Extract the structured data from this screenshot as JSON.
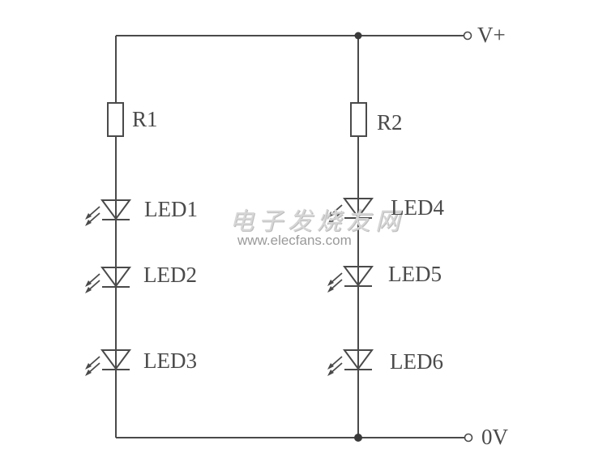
{
  "diagram": {
    "title": "",
    "type": "circuit-schematic",
    "supply": {
      "positive_label": "V+",
      "ground_label": "0V"
    },
    "resistors": [
      {
        "id": "R1",
        "label": "R1",
        "branch": "left"
      },
      {
        "id": "R2",
        "label": "R2",
        "branch": "right"
      }
    ],
    "leds": [
      {
        "id": "LED1",
        "label": "LED1",
        "branch": "left"
      },
      {
        "id": "LED2",
        "label": "LED2",
        "branch": "left"
      },
      {
        "id": "LED3",
        "label": "LED3",
        "branch": "left"
      },
      {
        "id": "LED4",
        "label": "LED4",
        "branch": "right"
      },
      {
        "id": "LED5",
        "label": "LED5",
        "branch": "right"
      },
      {
        "id": "LED6",
        "label": "LED6",
        "branch": "right"
      }
    ],
    "connections": [
      "V+ -> R1 -> LED1 -> LED2 -> LED3 -> 0V",
      "V+ -> R2 -> LED4 -> LED5 -> LED6 -> 0V"
    ],
    "colors": {
      "line": "#4a4a4a",
      "watermark": "#cfcfcf"
    }
  },
  "watermark": {
    "chinese": "电子发烧友网",
    "url": "www.elecfans.com"
  }
}
